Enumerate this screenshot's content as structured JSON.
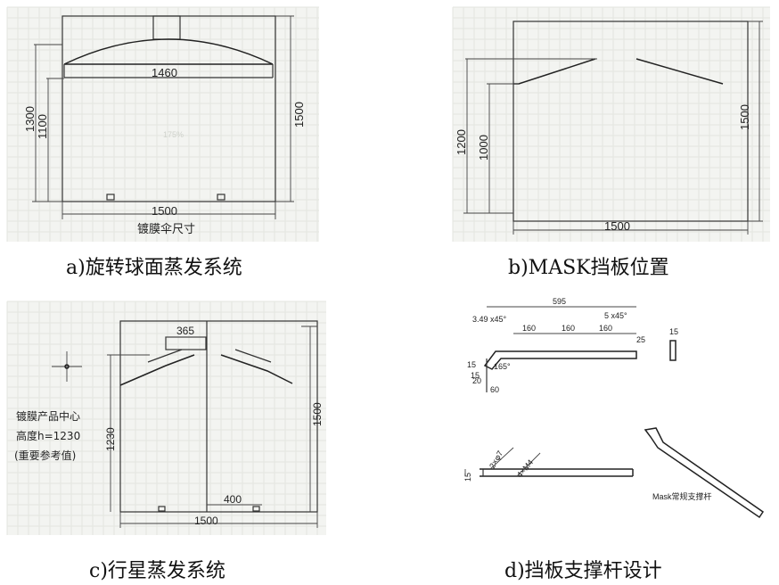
{
  "panels": {
    "a": {
      "caption": "a)旋转球面蒸发系统",
      "title": "镀膜伞尺寸",
      "dims": {
        "top_width": "1460",
        "bottom_width": "1500",
        "left_outer": "1300",
        "left_inner": "1100",
        "right": "1500",
        "center_hint": "175%"
      }
    },
    "b": {
      "caption": "b)MASK挡板位置",
      "dims": {
        "left_outer": "1200",
        "left_inner": "1000",
        "right": "1500",
        "bottom_width": "1500"
      }
    },
    "c": {
      "caption": "c)行星蒸发系统",
      "note_lines": [
        "镀膜产品中心",
        "高度h=1230",
        "(重要参考值)"
      ],
      "dims": {
        "top_width": "365",
        "left": "1230",
        "right": "1500",
        "bottom_width": "1500",
        "inner_width": "400"
      }
    },
    "d": {
      "caption": "d)挡板支撑杆设计",
      "dims": {
        "overall": "595",
        "chamfer_left": "3.49 x45°",
        "chamfer_right": "5 x45°",
        "seg1": "160",
        "seg2": "160",
        "seg3": "160",
        "height_right": "25",
        "thickness": "15",
        "angle": "165°",
        "d15": "15",
        "d20": "20",
        "d60": "60",
        "side_thickness": "15",
        "hole1": "2×φ7",
        "hole2": "4×M4",
        "bar_height": "15",
        "part_label": "Mask常规支撑杆"
      }
    }
  }
}
